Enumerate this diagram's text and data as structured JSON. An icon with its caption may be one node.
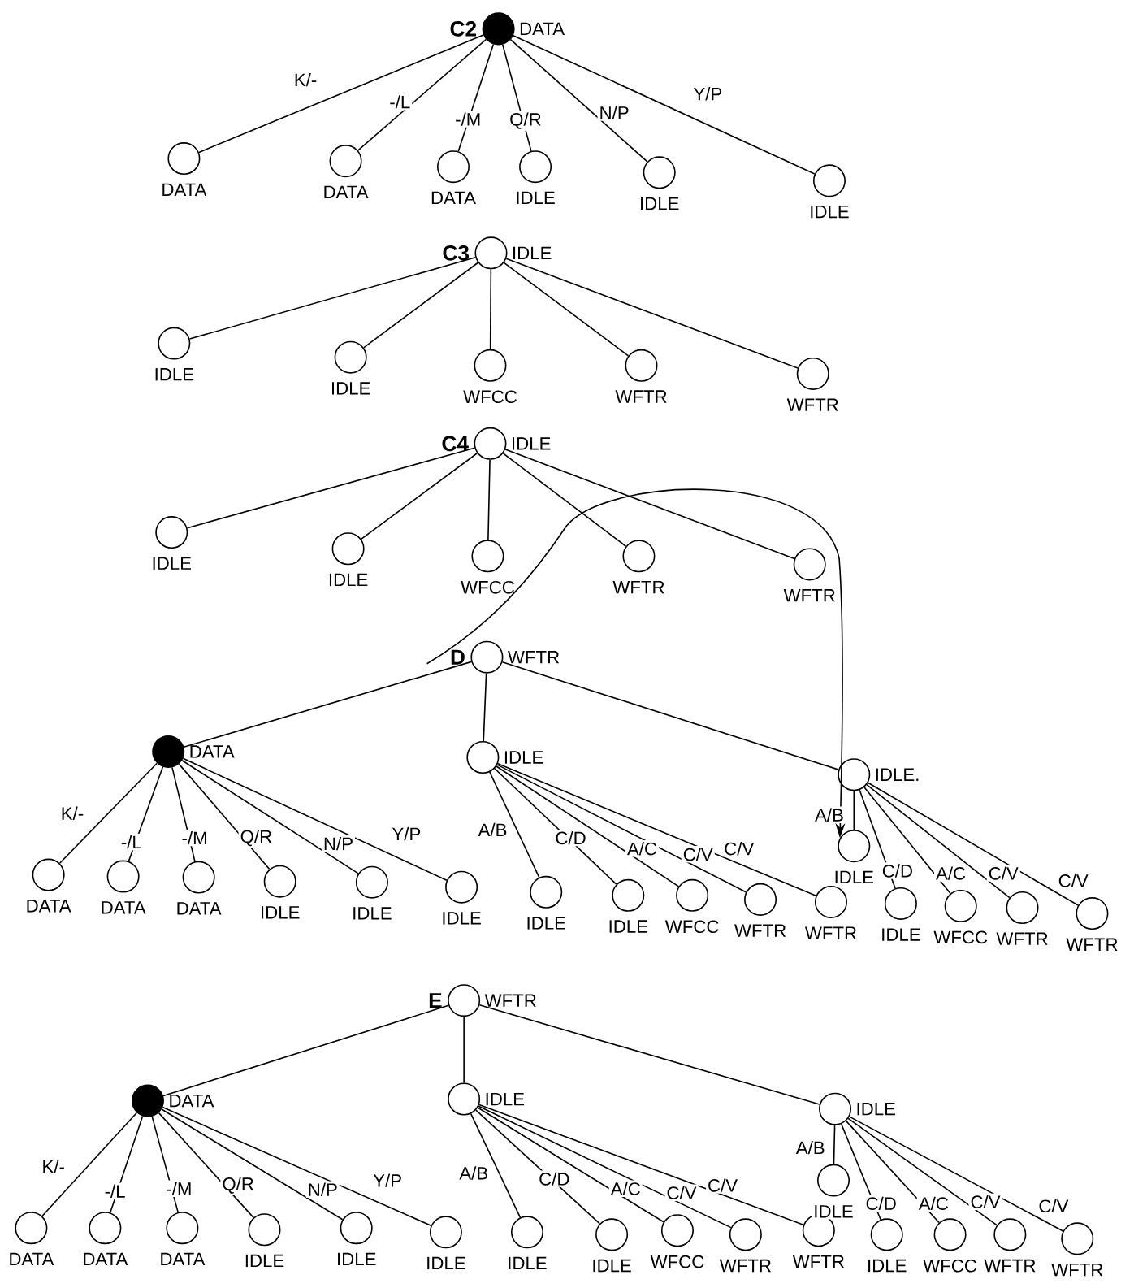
{
  "diagram": {
    "nodes": [
      {
        "text": [
          "DATA"
        ],
        "beside": [
          "C2"
        ]
      },
      {
        "text": [
          "DATA"
        ]
      },
      {
        "text": [
          "DATA"
        ]
      },
      {
        "text": [
          "DATA"
        ]
      },
      {
        "text": [
          "IDLE"
        ]
      },
      {
        "text": [
          "IDLE"
        ]
      },
      {
        "text": [
          "IDLE"
        ]
      },
      {
        "text": [
          "IDLE"
        ],
        "beside": [
          "C3"
        ]
      },
      {
        "text": [
          "IDLE"
        ]
      },
      {
        "text": [
          "IDLE"
        ]
      },
      {
        "text": [
          "WFCC"
        ]
      },
      {
        "text": [
          "WFTR"
        ]
      },
      {
        "text": [
          "WFTR"
        ]
      },
      {
        "text": [
          "IDLE"
        ],
        "beside": [
          "C4"
        ]
      },
      {
        "text": [
          "IDLE"
        ]
      },
      {
        "text": [
          "IDLE"
        ]
      },
      {
        "text": [
          "WFCC"
        ]
      },
      {
        "text": [
          "WFTR"
        ]
      },
      {
        "text": [
          "WFTR"
        ]
      },
      {
        "text": [
          "WFTR"
        ],
        "beside": [
          "D"
        ]
      },
      {
        "text": [
          "DATA"
        ]
      },
      {
        "text": [
          "IDLE"
        ]
      },
      {
        "text": [
          "IDLE."
        ]
      },
      {
        "text": [
          "DATA"
        ]
      },
      {
        "text": [
          "DATA"
        ]
      },
      {
        "text": [
          "DATA"
        ]
      },
      {
        "text": [
          "IDLE"
        ]
      },
      {
        "text": [
          "IDLE"
        ]
      },
      {
        "text": [
          "IDLE"
        ]
      },
      {
        "text": [
          "IDLE"
        ]
      },
      {
        "text": [
          "IDLE"
        ]
      },
      {
        "text": [
          "WFCC"
        ]
      },
      {
        "text": [
          "WFTR"
        ]
      },
      {
        "text": [
          "WFTR"
        ]
      },
      {
        "text": [
          "IDLE"
        ]
      },
      {
        "text": [
          "IDLE"
        ]
      },
      {
        "text": [
          "WFCC"
        ]
      },
      {
        "text": [
          "WFTR"
        ]
      },
      {
        "text": [
          "WFTR"
        ]
      },
      {
        "text": [
          "WFTR"
        ],
        "beside": [
          "E"
        ]
      },
      {
        "text": [
          "DATA"
        ]
      },
      {
        "text": [
          "IDLE"
        ]
      },
      {
        "text": [
          "IDLE"
        ]
      },
      {
        "text": [
          "DATA"
        ]
      },
      {
        "text": [
          "DATA"
        ]
      },
      {
        "text": [
          "DATA"
        ]
      },
      {
        "text": [
          "IDLE"
        ]
      },
      {
        "text": [
          "IDLE"
        ]
      },
      {
        "text": [
          "IDLE"
        ]
      },
      {
        "text": [
          "IDLE"
        ]
      },
      {
        "text": [
          "IDLE"
        ]
      },
      {
        "text": [
          "WFCC"
        ]
      },
      {
        "text": [
          "WFTR"
        ]
      },
      {
        "text": [
          "WFTR"
        ]
      },
      {
        "text": [
          "IDLE"
        ]
      },
      {
        "text": [
          "IDLE"
        ]
      },
      {
        "text": [
          "WFCC"
        ]
      },
      {
        "text": [
          "WFTR"
        ]
      },
      {
        "text": [
          "WFTR"
        ]
      }
    ],
    "edges": [
      {
        "from": 0,
        "to": 1,
        "arrow": "none",
        "label": "K/-"
      },
      {
        "from": 0,
        "to": 2,
        "arrow": "none",
        "label": "-/L"
      },
      {
        "from": 0,
        "to": 3,
        "arrow": "none",
        "label": "-/M"
      },
      {
        "from": 0,
        "to": 4,
        "arrow": "none",
        "label": "Q/R"
      },
      {
        "from": 0,
        "to": 5,
        "arrow": "none",
        "label": "N/P"
      },
      {
        "from": 0,
        "to": 6,
        "arrow": "none",
        "label": "Y/P"
      },
      {
        "from": 7,
        "to": 8,
        "arrow": "none"
      },
      {
        "from": 7,
        "to": 9,
        "arrow": "none"
      },
      {
        "from": 7,
        "to": 10,
        "arrow": "none"
      },
      {
        "from": 7,
        "to": 11,
        "arrow": "none"
      },
      {
        "from": 7,
        "to": 12,
        "arrow": "none"
      },
      {
        "from": 13,
        "to": 14,
        "arrow": "none"
      },
      {
        "from": 13,
        "to": 15,
        "arrow": "none"
      },
      {
        "from": 13,
        "to": 16,
        "arrow": "none"
      },
      {
        "from": 13,
        "to": 17,
        "arrow": "none"
      },
      {
        "from": 13,
        "to": 18,
        "arrow": "none"
      },
      {
        "from": 19,
        "to": 20,
        "arrow": "none"
      },
      {
        "from": 19,
        "to": 21,
        "arrow": "none"
      },
      {
        "from": 19,
        "to": 22,
        "arrow": "none"
      },
      {
        "from": 20,
        "to": 23,
        "arrow": "none",
        "label": "K/-"
      },
      {
        "from": 20,
        "to": 24,
        "arrow": "none",
        "label": "-/L"
      },
      {
        "from": 20,
        "to": 25,
        "arrow": "none",
        "label": "-/M"
      },
      {
        "from": 20,
        "to": 26,
        "arrow": "none",
        "label": "Q/R"
      },
      {
        "from": 20,
        "to": 27,
        "arrow": "none",
        "label": "N/P"
      },
      {
        "from": 20,
        "to": 28,
        "arrow": "none",
        "label": "Y/P"
      },
      {
        "from": 21,
        "to": 29,
        "arrow": "none",
        "label": "A/B"
      },
      {
        "from": 21,
        "to": 30,
        "arrow": "none",
        "label": "C/D"
      },
      {
        "from": 21,
        "to": 31,
        "arrow": "none",
        "label": "A/C"
      },
      {
        "from": 21,
        "to": 32,
        "arrow": "none",
        "label": "C/V"
      },
      {
        "from": 21,
        "to": 33,
        "arrow": "none",
        "label": "C/V"
      },
      {
        "from": 22,
        "to": 34,
        "arrow": "none",
        "label": "A/B"
      },
      {
        "from": 22,
        "to": 35,
        "arrow": "none",
        "label": "C/D"
      },
      {
        "from": 22,
        "to": 36,
        "arrow": "none",
        "label": "A/C"
      },
      {
        "from": 22,
        "to": 37,
        "arrow": "none",
        "label": "C/V"
      },
      {
        "from": 22,
        "to": 38,
        "arrow": "none",
        "label": "C/V"
      },
      {
        "from": null,
        "to": 34,
        "arrow": "to"
      },
      {
        "from": 39,
        "to": 40,
        "arrow": "none"
      },
      {
        "from": 39,
        "to": 41,
        "arrow": "none"
      },
      {
        "from": 39,
        "to": 42,
        "arrow": "none"
      },
      {
        "from": 40,
        "to": 43,
        "arrow": "none",
        "label": "K/-"
      },
      {
        "from": 40,
        "to": 44,
        "arrow": "none",
        "label": "-/L"
      },
      {
        "from": 40,
        "to": 45,
        "arrow": "none",
        "label": "-/M"
      },
      {
        "from": 40,
        "to": 46,
        "arrow": "none",
        "label": "Q/R"
      },
      {
        "from": 40,
        "to": 47,
        "arrow": "none",
        "label": "N/P"
      },
      {
        "from": 40,
        "to": 48,
        "arrow": "none",
        "label": "Y/P"
      },
      {
        "from": 41,
        "to": 49,
        "arrow": "none",
        "label": "A/B"
      },
      {
        "from": 41,
        "to": 50,
        "arrow": "none",
        "label": "C/D"
      },
      {
        "from": 41,
        "to": 51,
        "arrow": "none",
        "label": "A/C"
      },
      {
        "from": 41,
        "to": 52,
        "arrow": "none",
        "label": "C/V"
      },
      {
        "from": 41,
        "to": 53,
        "arrow": "none",
        "label": "C/V"
      },
      {
        "from": 42,
        "to": 54,
        "arrow": "none",
        "label": "A/B"
      },
      {
        "from": 42,
        "to": 55,
        "arrow": "none",
        "label": "C/D"
      },
      {
        "from": 42,
        "to": 56,
        "arrow": "none",
        "label": "A/C"
      },
      {
        "from": 42,
        "to": 57,
        "arrow": "none",
        "label": "C/V"
      },
      {
        "from": 42,
        "to": 58,
        "arrow": "none",
        "label": "C/V"
      }
    ]
  }
}
